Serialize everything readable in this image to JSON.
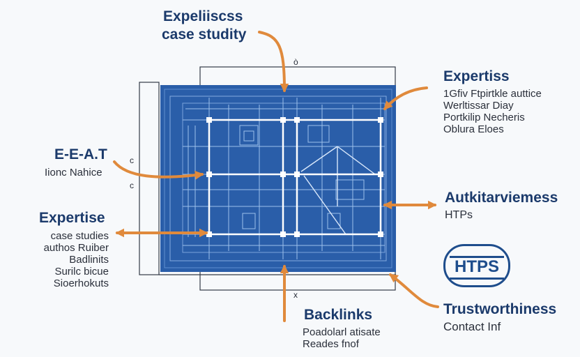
{
  "top_center": {
    "title_line1": "Expeliiscss",
    "title_line2": "case studity"
  },
  "top_marker": "ò",
  "right_top": {
    "title": "Expertiss",
    "lines": [
      "1Gfiv Ftpirtkle auttice",
      "Werltissar Diay",
      "Portkilip Necheris",
      "Oblura Eloes"
    ]
  },
  "left_top": {
    "title": "E-E-A.T",
    "subtitle": "Iionc Nahice"
  },
  "left_marks": [
    "c",
    "c"
  ],
  "left_bottom": {
    "title": "Expertise",
    "lines": [
      "case studies",
      "authos Ruiber",
      "Badlinits",
      "Surilc bicue",
      "Sioerhokuts"
    ]
  },
  "right_middle": {
    "title": "Autkitarviemess",
    "subtitle": "HTPs"
  },
  "https_badge": {
    "text": "HTPS"
  },
  "right_bottom": {
    "title": "Trustworthiness",
    "subtitle": "Contact Inf"
  },
  "bottom_center": {
    "title": "Backlinks",
    "lines": [
      "Poadolarl atisate",
      "Reades fnof"
    ]
  },
  "bottom_marker": "x",
  "colors": {
    "blueprint": "#2a5ea9",
    "blueprint_dark": "#1f4f96",
    "grid_line": "#9cc0ea",
    "node": "#ffffff",
    "arrow": "#e08a3c",
    "frame": "#333a45"
  }
}
